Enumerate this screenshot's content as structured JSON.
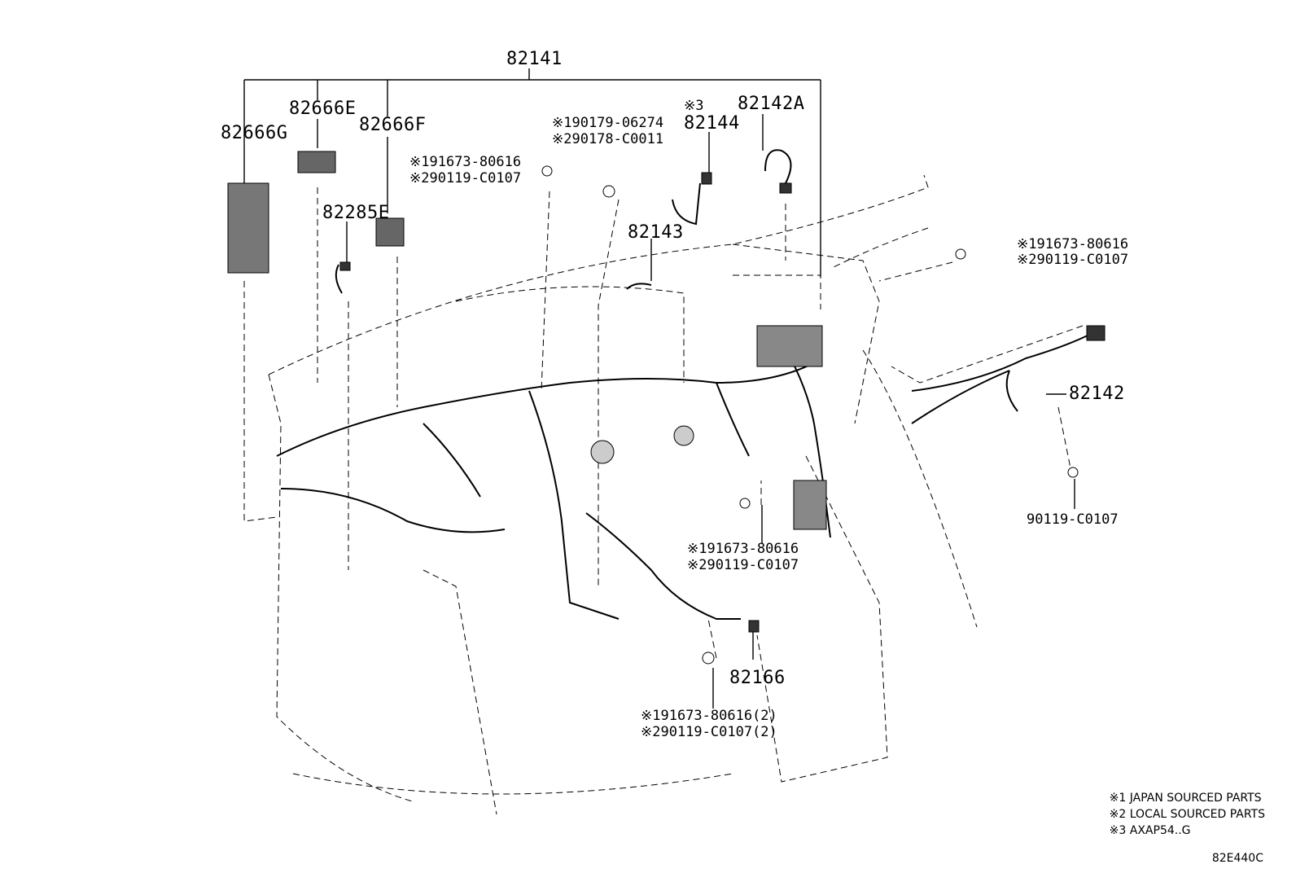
{
  "parts": {
    "p82141": "82141",
    "p82666G": "82666G",
    "p82666E": "82666E",
    "p82666F": "82666F",
    "p82285E": "82285E",
    "p82143": "82143",
    "p82144": "82144",
    "p82144_note": "※3",
    "p82142A": "82142A",
    "p82142": "82142",
    "p82166": "82166",
    "p90119": "90119-C0107",
    "clip_top_1": "※190179-06274",
    "clip_top_2": "※290178-C0011",
    "bolt_top_1": "※191673-80616",
    "bolt_top_2": "※290119-C0107",
    "bolt_right_1": "※191673-80616",
    "bolt_right_2": "※290119-C0107",
    "bolt_mid_1": "※191673-80616",
    "bolt_mid_2": "※290119-C0107",
    "bolt_bot_1": "※191673-80616(2)",
    "bolt_bot_2": "※290119-C0107(2)"
  },
  "legend": [
    "※1 JAPAN SOURCED PARTS",
    "※2 LOCAL SOURCED PARTS",
    "※3 AXAP54..G"
  ],
  "diagram_code": "82E440C"
}
